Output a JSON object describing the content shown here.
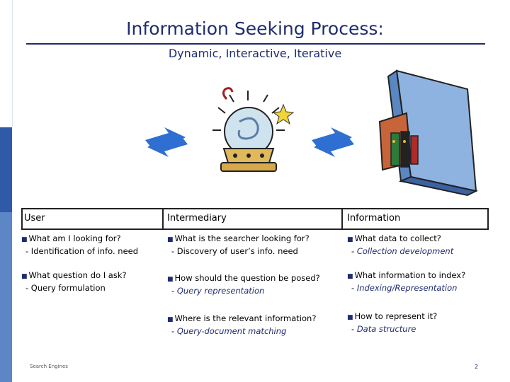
{
  "slide": {
    "title": "Information Seeking Process:",
    "subtitle": "Dynamic, Interactive, Iterative",
    "footer_left": "Search Engines",
    "page_number": "2"
  },
  "table": {
    "headers": [
      "User",
      "Intermediary",
      "Information"
    ],
    "user": [
      {
        "q": "What am I looking for?",
        "a": "- Identification of info. need"
      },
      {
        "q": "What question do I ask?",
        "a": "- Query formulation"
      }
    ],
    "intermediary": [
      {
        "q": "What is the searcher looking for?",
        "a": "- Discovery of user’s info. need"
      },
      {
        "q": "How should the question be posed?",
        "a_prefix": "- ",
        "a_italic": "Query representation"
      },
      {
        "q": "Where is the relevant information?",
        "a_prefix": "- ",
        "a_italic": "Query-document matching"
      }
    ],
    "information": [
      {
        "q": "What data to collect?",
        "a_prefix": "- ",
        "a_italic": "Collection development"
      },
      {
        "q": "What information to index?",
        "a_prefix": "- ",
        "a_italic": "Indexing/Representation"
      },
      {
        "q": "How to represent it?",
        "a_prefix": "- ",
        "a_italic": "Data structure"
      }
    ]
  },
  "colors": {
    "accent": "#1f2d6e",
    "arrow_blue": "#2f6fd1",
    "side_bar_dark": "#2e5aa8",
    "side_bar_light": "#5d86c6"
  }
}
